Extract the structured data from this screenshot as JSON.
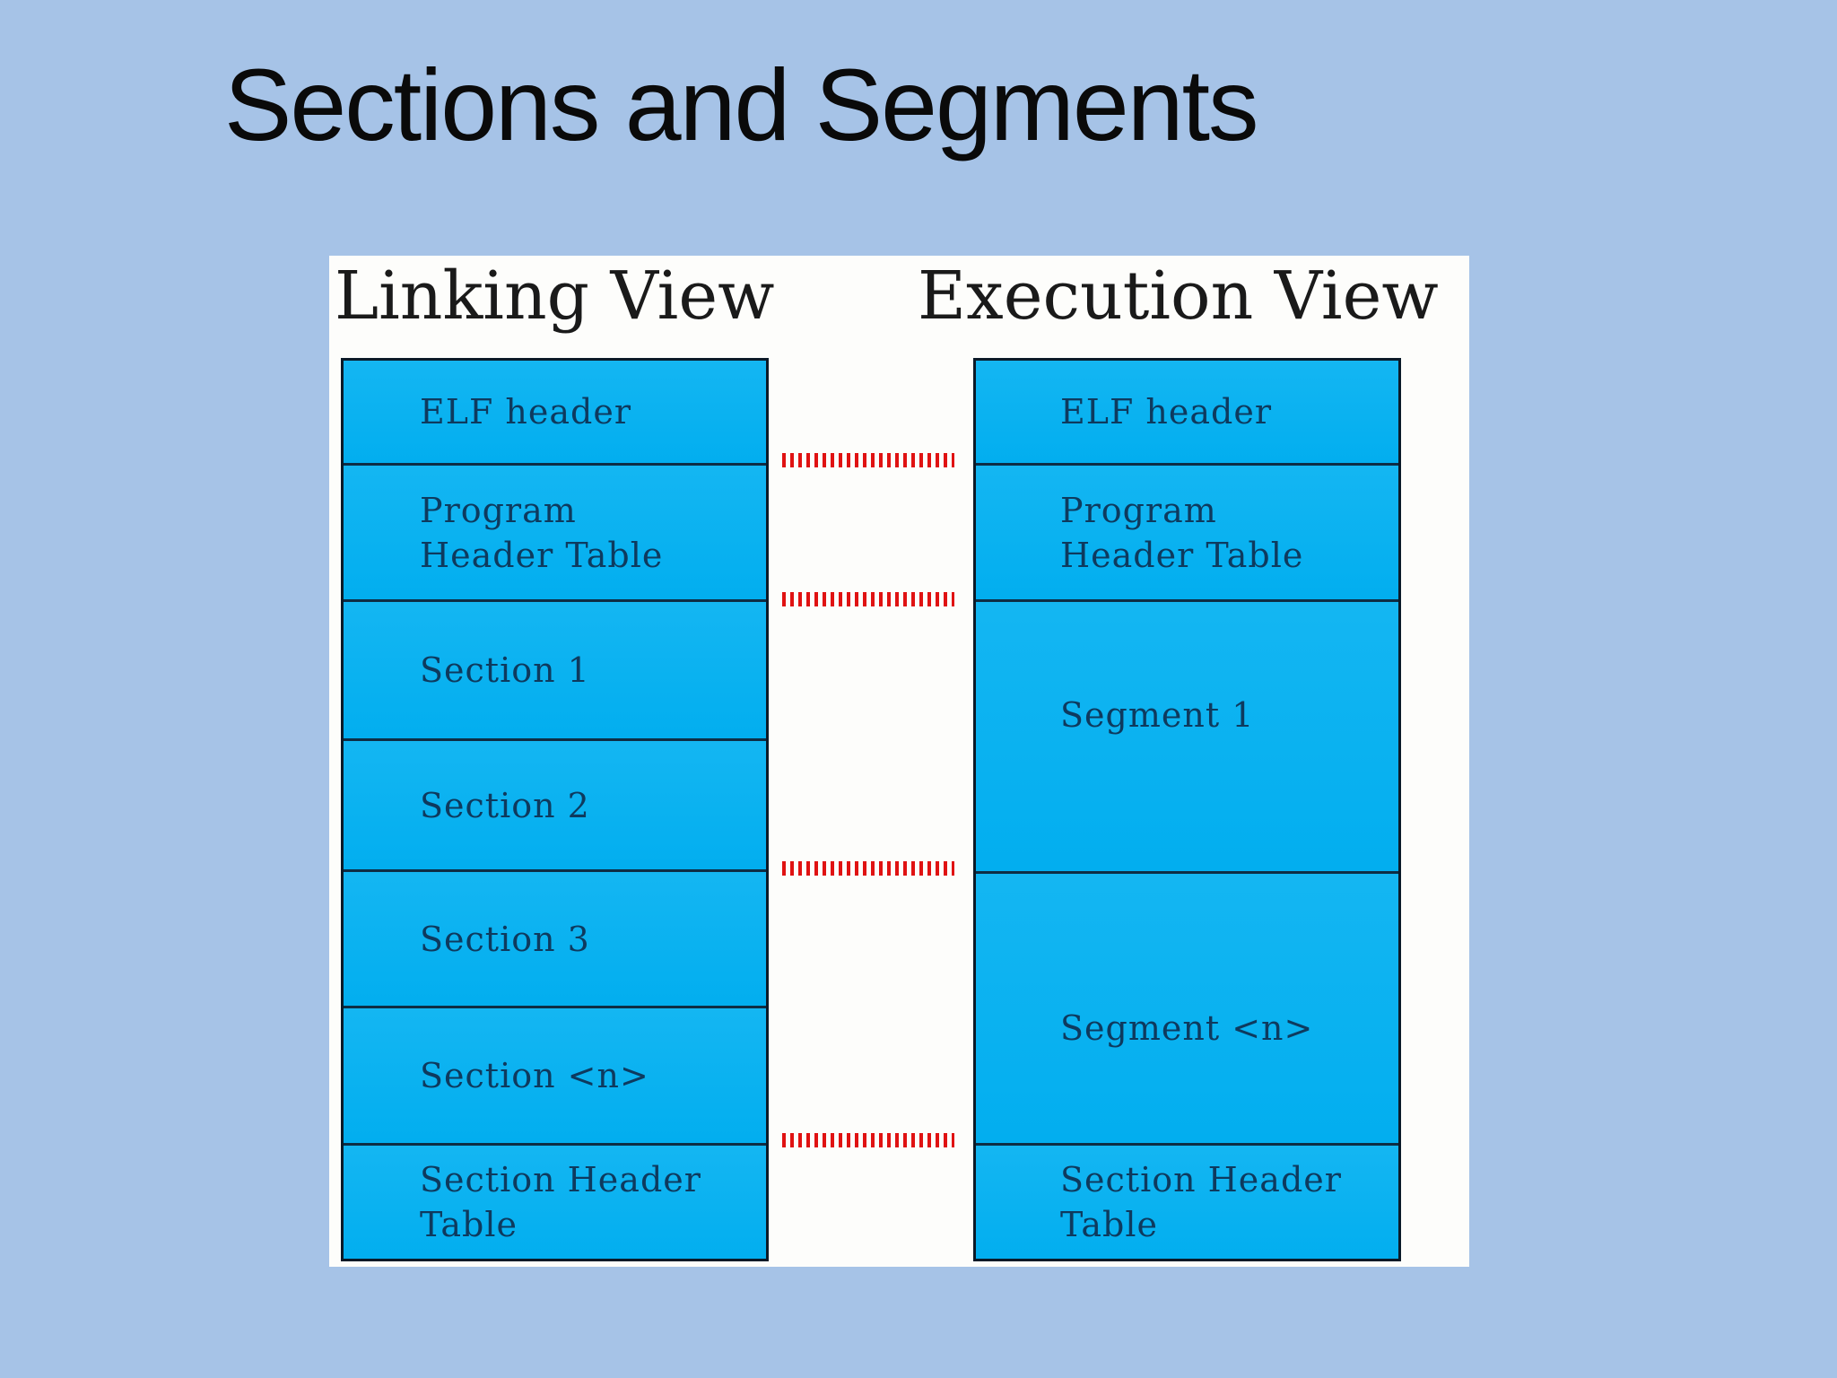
{
  "slide": {
    "title": "Sections and Segments"
  },
  "diagram": {
    "linking": {
      "heading": "Linking View",
      "boxes": [
        "ELF header",
        "Program\nHeader Table",
        "Section 1",
        "Section 2",
        "Section 3",
        "Section <n>",
        "Section Header\nTable"
      ]
    },
    "execution": {
      "heading": "Execution View",
      "boxes": [
        "ELF header",
        "Program\nHeader Table",
        "Segment 1",
        "Segment <n>",
        "Section Header\nTable"
      ]
    },
    "colors": {
      "slide_background": "#a6c3e7",
      "panel_background": "#fdfdfb",
      "box_fill": "#02aeef",
      "box_border": "#0b1a28",
      "box_divider": "#0e2d44",
      "label_text": "#0e3a5e",
      "heading_text": "#1a1a1a",
      "title_text": "#0a0a0a",
      "mapping_dash_red": "#e01212"
    }
  }
}
